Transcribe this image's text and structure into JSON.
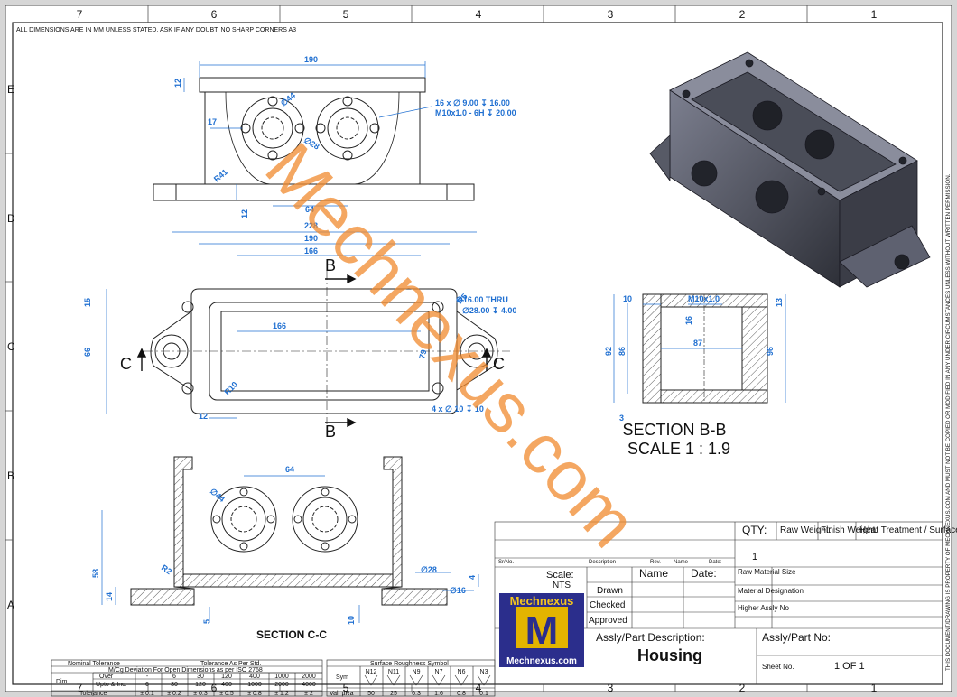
{
  "drawing": {
    "top_note": "ALL DIMENSIONS ARE IN MM UNLESS STATED. ASK IF ANY DOUBT.   NO SHARP CORNERS  A3",
    "side_note": "THIS DOCUMENT/DRAWING IS PROPERTY OF MECHNEXUS.COM AND MUST NOT BE COPIED OR MODIFIED IN ANY UNDER CIRCUMSTANCES UNLESS WITHOUT WRITTEN PERMISSION.",
    "watermark": "Mechnexus.com",
    "zones_columns": [
      "7",
      "6",
      "5",
      "4",
      "3",
      "2",
      "1"
    ],
    "zones_rows": [
      "E",
      "D",
      "C",
      "B",
      "A"
    ]
  },
  "top_view": {
    "d190": "190",
    "d12a": "12",
    "d17": "17",
    "d44": "∅44",
    "d28": "∅28",
    "r41": "R41",
    "d12b": "12",
    "d64": "64",
    "hole_note_1": "16 x ∅ 9.00 ↧ 16.00",
    "hole_note_2": "M10x1.0 - 6H ↧ 20.00"
  },
  "plan_view": {
    "d228": "228",
    "d190": "190",
    "d166a": "166",
    "d166b": "166",
    "d15": "15",
    "d66": "66",
    "r5": "R5",
    "r10": "R10",
    "d12": "12",
    "d79": "79",
    "thru_1": "∅16.00 THRU",
    "thru_2": "∅28.00 ↧ 4.00",
    "holes4": "4 x ∅ 10 ↧ 10",
    "label_b_top": "B",
    "label_b_bottom": "B",
    "label_c_left": "C",
    "label_c_right": "C"
  },
  "section_bb": {
    "d10": "10",
    "thread": "M10x1.0",
    "d13": "13",
    "d16": "16",
    "d92": "92",
    "d86": "86",
    "d87": "87",
    "d96": "96",
    "d3": "3",
    "title": "SECTION B-B",
    "scale": "SCALE 1 : 1.9"
  },
  "section_cc": {
    "d64": "64",
    "d44": "∅44",
    "d58": "58",
    "d14": "14",
    "r2": "R2",
    "d5": "5",
    "d10": "10",
    "d28": "∅28",
    "d4": "4",
    "d16": "∅16",
    "title": "SECTION C-C"
  },
  "tolerance": {
    "h_nominal": "Nominal Tolerance",
    "h_std": "Tolerance As Per Std.",
    "h_iso": "M/Cg Deviation For Open Dimensions as per ISO 2768",
    "dim": "Dim.",
    "over": "Over",
    "upto": "Upto & Inc.",
    "tol": "Tolerance",
    "over_vals": [
      "-",
      "6",
      "30",
      "120",
      "400",
      "1000",
      "2000"
    ],
    "upto_vals": [
      "6",
      "30",
      "120",
      "400",
      "1000",
      "2000",
      "4000"
    ],
    "tol_vals": [
      "± 0.1",
      "± 0.2",
      "± 0.3",
      "± 0.5",
      "± 0.8",
      "± 1.2",
      "± 2"
    ]
  },
  "roughness": {
    "header": "Surface Roughness Symbol",
    "sym": "Sym",
    "val": "Val. µRa",
    "grades": [
      "N12",
      "N11",
      "N9",
      "N7",
      "N6",
      "N3"
    ],
    "values": [
      "50",
      "25",
      "6.3",
      "1.6",
      "0.8",
      "0.1"
    ]
  },
  "title_block": {
    "qty_label": "QTY:",
    "qty_value": "1",
    "raw_weight": "Raw Weight:",
    "finish_weight": "Finish Weight:",
    "heat_treatment": "Heat Treatment / Surface Coating",
    "sr_no": "Sr/No.",
    "description": "Description",
    "rev": "Rev.",
    "name_small": "Name",
    "date_small": "Date:",
    "scale_label": "Scale:",
    "scale_value": "NTS",
    "name": "Name",
    "date": "Date:",
    "drawn": "Drawn",
    "checked": "Checked",
    "approved": "Approved",
    "raw_material_size": "Raw Material Size",
    "material_designation": "Material Designation",
    "higher_assly": "Higher Assly No",
    "assly_desc_label": "Assly/Part Description:",
    "assly_desc_value": "Housing",
    "assly_no_label": "Assly/Part No:",
    "sheet_no": "Sheet No.",
    "sheet_value": "1 OF 1",
    "logo_top": "Mechnexus",
    "logo_letter": "M",
    "logo_bottom": "Mechnexus.com"
  }
}
